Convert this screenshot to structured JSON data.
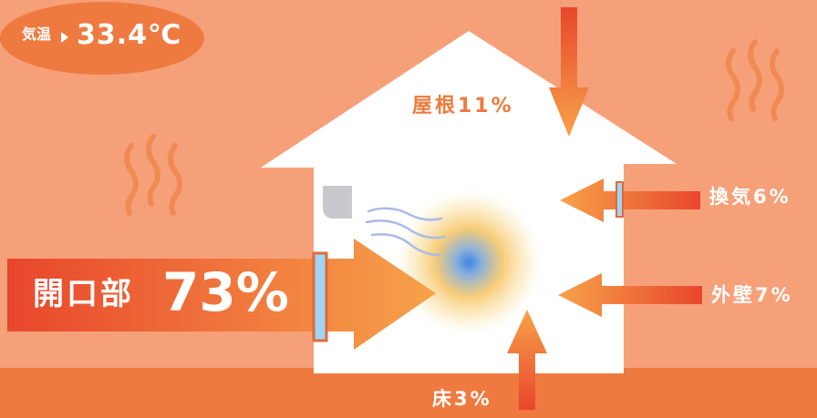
{
  "temperature": {
    "label": "気温",
    "value": "33.4℃"
  },
  "heat_sources": {
    "opening": {
      "name": "開口部",
      "percent": "73%"
    },
    "roof": "屋根11%",
    "ventilation": "換気6%",
    "wall": "外壁7%",
    "floor": "床3%"
  },
  "colors": {
    "background": "#f6a07a",
    "ground": "#ef7a40",
    "house": "#ffffff",
    "arrow_dark": "#e84a2e",
    "arrow_light": "#f7a24a",
    "window_glass": "#9fd6f2",
    "cool_center": "#4a8be0",
    "warm_glow": "#f6b030"
  },
  "icons": [
    "heat-wave-icon",
    "window-icon",
    "air-conditioner-icon",
    "cool-air-flow-icon"
  ]
}
